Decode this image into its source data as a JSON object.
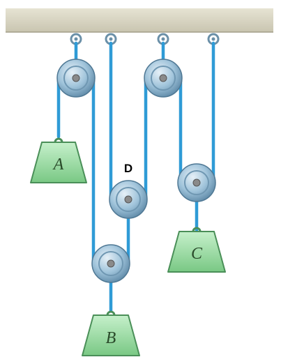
{
  "labels": {
    "weight_a": "A",
    "weight_b": "B",
    "weight_c": "C",
    "point_d": "D"
  },
  "colors": {
    "ceiling": "#d8d5c4",
    "rope": "#2f9bd6",
    "pulley": "#8fb6d0",
    "weight": "#8fd59a"
  },
  "icons": {
    "anchor": "ring-anchor-icon",
    "pulley": "pulley-icon",
    "weight": "trapezoid-weight-icon"
  }
}
